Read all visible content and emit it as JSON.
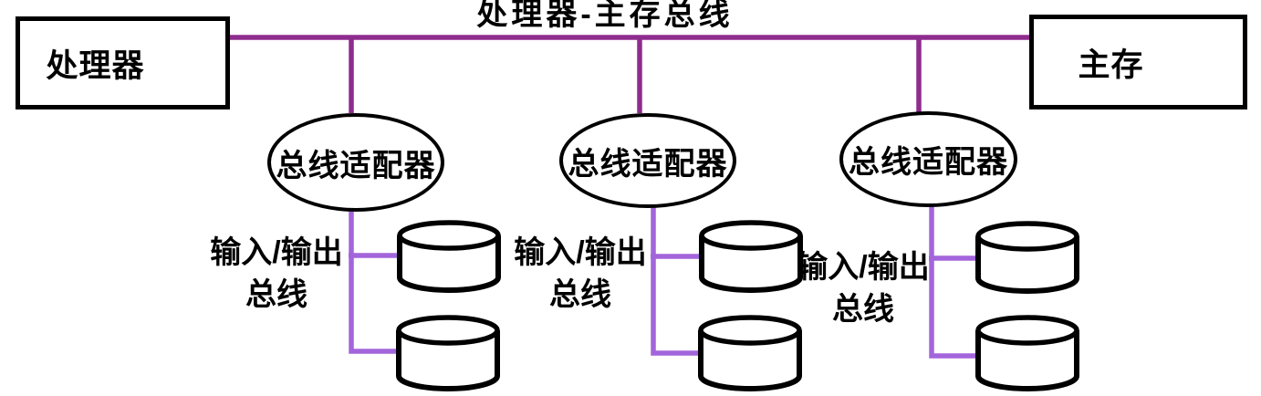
{
  "title": "处理器-主存总线",
  "nodes": {
    "processor": "处理器",
    "memory": "主存"
  },
  "adapters": [
    {
      "label": "总线适配器"
    },
    {
      "label": "总线适配器"
    },
    {
      "label": "总线适配器"
    }
  ],
  "io_labels": [
    {
      "line1": "输入/输出",
      "line2": "总线"
    },
    {
      "line1": "输入/输出",
      "line2": "总线"
    },
    {
      "line1": "输入/输出",
      "line2": "总线"
    }
  ],
  "colors": {
    "main_bus": "#8F2C8F",
    "io_bus": "#A365DB",
    "shape_stroke": "#000000"
  }
}
